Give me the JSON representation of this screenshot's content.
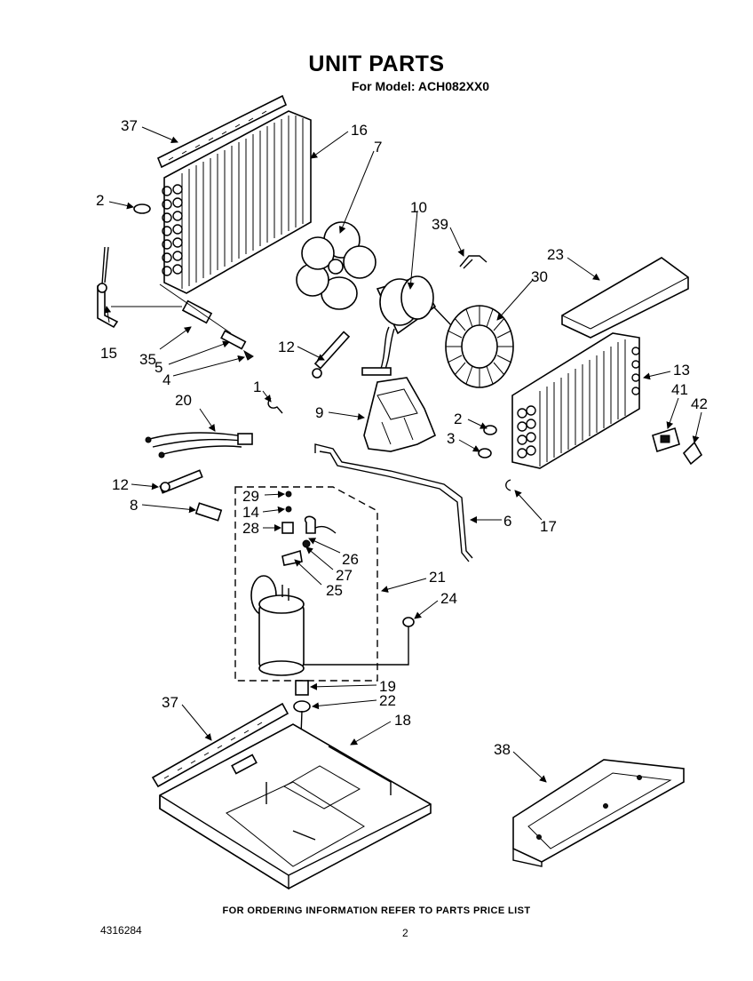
{
  "header": {
    "title": "UNIT PARTS",
    "subtitle": "For Model: ACH082XX0"
  },
  "callouts": {
    "c1": "1",
    "c2a": "2",
    "c2b": "2",
    "c3": "3",
    "c4": "4",
    "c5": "5",
    "c6": "6",
    "c7": "7",
    "c8": "8",
    "c9": "9",
    "c10": "10",
    "c12a": "12",
    "c12b": "12",
    "c13": "13",
    "c14": "14",
    "c15": "15",
    "c16": "16",
    "c17": "17",
    "c18": "18",
    "c19": "19",
    "c20": "20",
    "c21": "21",
    "c22": "22",
    "c23": "23",
    "c24": "24",
    "c25": "25",
    "c26": "26",
    "c27": "27",
    "c28": "28",
    "c29": "29",
    "c30": "30",
    "c35": "35",
    "c37a": "37",
    "c37b": "37",
    "c38": "38",
    "c39": "39",
    "c41": "41",
    "c42": "42"
  },
  "footer": {
    "note": "FOR ORDERING INFORMATION REFER TO PARTS PRICE LIST",
    "document_number": "4316284",
    "page_number": "2"
  }
}
